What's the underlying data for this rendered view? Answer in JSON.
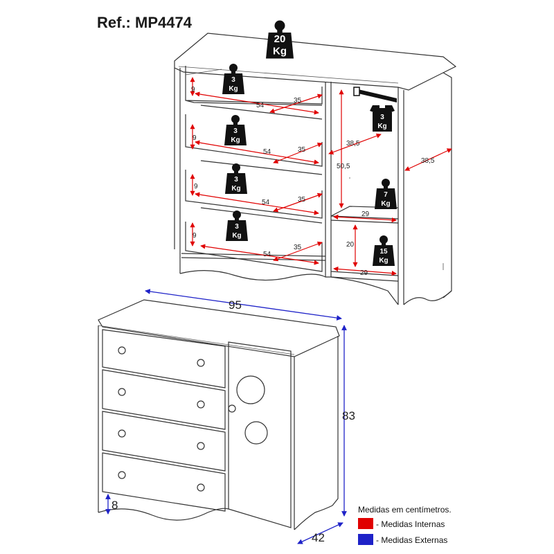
{
  "title": "Ref.: MP4474",
  "colors": {
    "internal": "#e00000",
    "external": "#1e22c8",
    "weight_tag": "#111111"
  },
  "weights": {
    "top": [
      "20",
      "Kg"
    ],
    "drawer1": [
      "3",
      "Kg"
    ],
    "drawer2": [
      "3",
      "Kg"
    ],
    "drawer3": [
      "3",
      "Kg"
    ],
    "drawer4": [
      "3",
      "Kg"
    ],
    "hanger": [
      "3",
      "Kg"
    ],
    "shelf": [
      "7",
      "Kg"
    ],
    "bottom": [
      "15",
      "Kg"
    ]
  },
  "internal": {
    "drawer_height": "9",
    "drawer_width": "54",
    "drawer_depth": "35",
    "door_depth": "38,5",
    "door_height": "50,5",
    "side_depth": "38,5",
    "shelf_width": "29",
    "shelf_height": "20",
    "bottom_width": "29"
  },
  "external": {
    "width": "95",
    "height": "83",
    "depth": "42",
    "base": "8"
  },
  "legend": {
    "title": "Medidas em centímetros.",
    "internal": "- Medidas Internas",
    "external": "- Medidas Externas"
  }
}
